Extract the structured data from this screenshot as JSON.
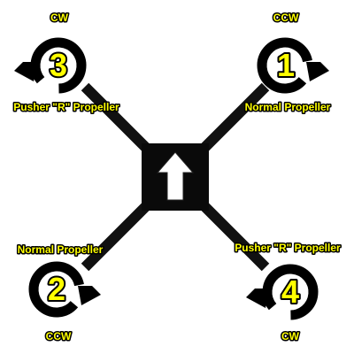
{
  "motors": [
    {
      "number": "1",
      "rotation": "CCW",
      "propeller": "Normal Propeller"
    },
    {
      "number": "2",
      "rotation": "CCW",
      "propeller": "Normal Propeller"
    },
    {
      "number": "3",
      "rotation": "CW",
      "propeller": "Pusher \"R\" Propeller"
    },
    {
      "number": "4",
      "rotation": "CW",
      "propeller": "Pusher \"R\" Propeller"
    }
  ],
  "colors": {
    "label_fill": "#ffff00",
    "outline": "#000000",
    "frame": "#111111",
    "arrow": "#ffffff",
    "background": "#ffffff"
  },
  "icons": {
    "forward_arrow": "up-arrow-icon",
    "rotation_ccw": "rotate-ccw-icon",
    "rotation_cw": "rotate-cw-icon"
  }
}
